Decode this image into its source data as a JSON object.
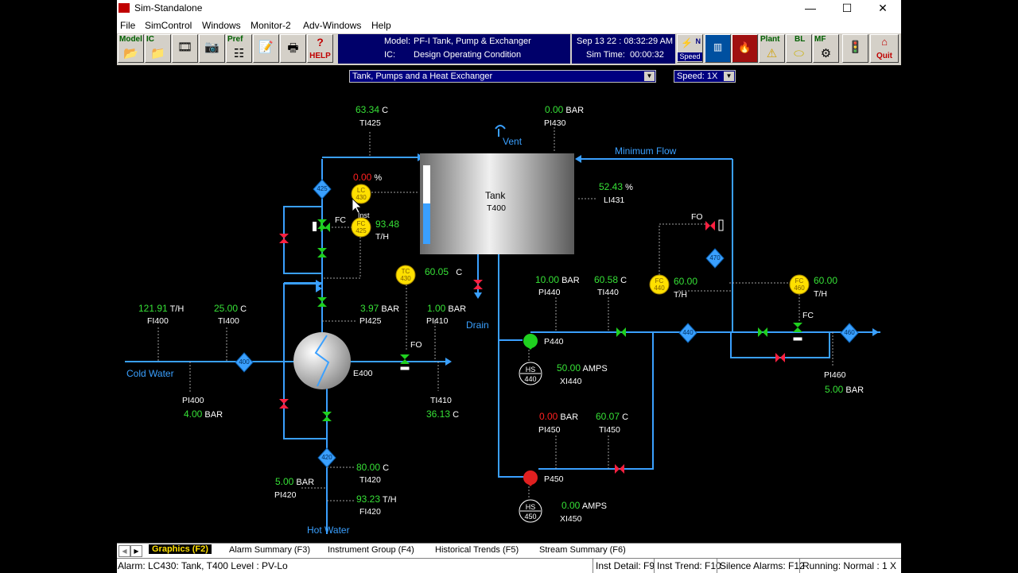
{
  "window": {
    "title": "Sim-Standalone",
    "minimize": "—",
    "maximize": "☐",
    "close": "✕"
  },
  "menu": [
    "File",
    "SimControl",
    "Windows",
    "Monitor-2",
    "Adv-Windows",
    "Help"
  ],
  "toolbar": {
    "model": "Model",
    "ic": "IC",
    "pref": "Pref",
    "help_q": "?",
    "help": "HELP",
    "plant": "Plant",
    "bl": "BL",
    "mf": "MF",
    "quit": "Quit",
    "speed_btn": "Speed",
    "speed_n": "N"
  },
  "info": {
    "model_label": "Model:",
    "model_value": "PF-I Tank, Pump & Exchanger",
    "ic_label": "IC:",
    "ic_value": "Design Operating Condition",
    "datetime": "Sep 13 22 : 08:32:29 AM",
    "simtime_label": "Sim Time:",
    "simtime_value": "00:00:32"
  },
  "view_select": {
    "value": "Tank, Pumps and a Heat Exchanger",
    "speed": "Speed: 1X"
  },
  "labels": {
    "vent": "Vent",
    "min_flow": "Minimum Flow",
    "drain": "Drain",
    "cold_water": "Cold Water",
    "hot_water": "Hot Water",
    "tank": "Tank",
    "tank_tag": "T400",
    "e400": "E400",
    "fc": "FC",
    "fo": "FO",
    "inst": "Inst",
    "p440": "P440",
    "p450": "P450"
  },
  "readings": {
    "ti425": {
      "value": "63.34",
      "unit": "C",
      "tag": "TI425"
    },
    "pi430": {
      "value": "0.00",
      "unit": "BAR",
      "tag": "PI430"
    },
    "lc_out": {
      "value": "0.00",
      "unit": "%"
    },
    "li431": {
      "value": "52.43",
      "unit": "%",
      "tag": "LI431"
    },
    "fc425": {
      "value": "93.48",
      "unit": "T/H"
    },
    "tc430": {
      "value": "60.05",
      "unit": "C"
    },
    "pi425": {
      "value": "3.97",
      "unit": "BAR",
      "tag": "PI425"
    },
    "pi410": {
      "value": "1.00",
      "unit": "BAR",
      "tag": "PI410"
    },
    "fi400": {
      "value": "121.91",
      "unit": "T/H",
      "tag": "FI400"
    },
    "ti400": {
      "value": "25.00",
      "unit": "C",
      "tag": "TI400"
    },
    "pi400": {
      "value": "4.00",
      "unit": "BAR",
      "tag": "PI400"
    },
    "ti410": {
      "value": "36.13",
      "unit": "C",
      "tag": "TI410"
    },
    "pi440": {
      "value": "10.00",
      "unit": "BAR",
      "tag": "PI440"
    },
    "ti440": {
      "value": "60.58",
      "unit": "C",
      "tag": "TI440"
    },
    "fc440": {
      "value": "60.00",
      "unit": "T/H"
    },
    "fc460": {
      "value": "60.00",
      "unit": "T/H"
    },
    "xi440": {
      "value": "50.00",
      "unit": "AMPS",
      "tag": "XI440"
    },
    "pi460": {
      "value": "5.00",
      "unit": "BAR",
      "tag": "PI460"
    },
    "pi450": {
      "value": "0.00",
      "unit": "BAR",
      "tag": "PI450"
    },
    "ti450": {
      "value": "60.07",
      "unit": "C",
      "tag": "TI450"
    },
    "xi450": {
      "value": "0.00",
      "unit": "AMPS",
      "tag": "XI450"
    },
    "ti420": {
      "value": "80.00",
      "unit": "C",
      "tag": "TI420"
    },
    "pi420": {
      "value": "5.00",
      "unit": "BAR",
      "tag": "PI420"
    },
    "fi420": {
      "value": "93.23",
      "unit": "T/H",
      "tag": "FI420"
    }
  },
  "instruments": {
    "lc": {
      "top": "LC",
      "bot": "430"
    },
    "fc425": {
      "top": "FC",
      "bot": "425"
    },
    "tc430": {
      "top": "TC",
      "bot": "430"
    },
    "fc440": {
      "top": "FC",
      "bot": "440"
    },
    "fc460": {
      "top": "FC",
      "bot": "460"
    },
    "hs440": {
      "top": "HS",
      "bot": "440"
    },
    "hs450": {
      "top": "HS",
      "bot": "450"
    }
  },
  "diamonds": {
    "d425": "425",
    "d400": "400",
    "d420": "420",
    "d470": "470",
    "d440": "440",
    "d460": "460"
  },
  "level": {
    "fraction": 0.52
  },
  "tabs": [
    "Graphics (F2)",
    "Alarm Summary (F3)",
    "Instrument Group (F4)",
    "Historical Trends (F5)",
    "Stream Summary (F6)"
  ],
  "status": {
    "alarm": "Alarm: LC430: Tank, T400 Level : PV-Lo",
    "inst_detail": "Inst Detail: F9",
    "inst_trend": "Inst Trend: F10",
    "silence": "Silence Alarms: F12",
    "running": "Running: Normal : 1 X"
  },
  "colors": {
    "pipe": "#3aa0ff",
    "valve_open": "#1fd01f",
    "valve_closed": "#ff2040",
    "instrument": "#ffe000",
    "value_green": "#36e036",
    "value_red": "#ff2020"
  }
}
